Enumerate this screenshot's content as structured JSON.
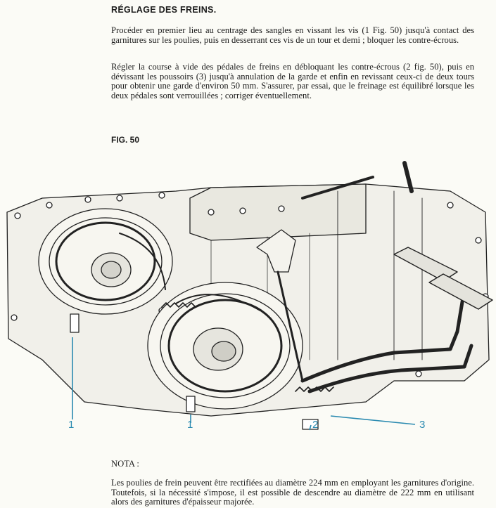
{
  "document": {
    "title": "RÉGLAGE DES FREINS.",
    "paragraph1": "Procéder en premier lieu au centrage des sangles en vissant les vis (1 Fig. 50) jusqu'à contact des garnitures sur les poulies, puis en desserrant ces vis de un tour et demi ; bloquer les contre-écrous.",
    "paragraph2": "Régler la course à vide des pédales de freins en débloquant les contre-écrous (2 fig. 50), puis en dévissant les poussoirs (3) jusqu'à annulation de la garde et enfin en revissant ceux-ci de deux tours pour obtenir une garde d'environ 50 mm. S'assurer, par essai, que le freinage est équilibré lorsque les deux pédales sont verrouillées ; corriger éventuellement.",
    "figure_label": "FIG. 50",
    "callouts": [
      "1",
      "1",
      "2",
      "3"
    ],
    "nota_label": "NOTA :",
    "paragraph3": "Les poulies de frein peuvent être rectifiées au diamètre 224 mm en employant les garnitures d'origine. Toutefois, si la nécessité s'impose, il est possible de descendre au diamètre de 222 mm en utilisant alors des garnitures d'épaisseur majorée."
  },
  "colors": {
    "callout": "#2a8ab0",
    "ink": "#1c1c1c",
    "paper": "#fbfbf6"
  }
}
